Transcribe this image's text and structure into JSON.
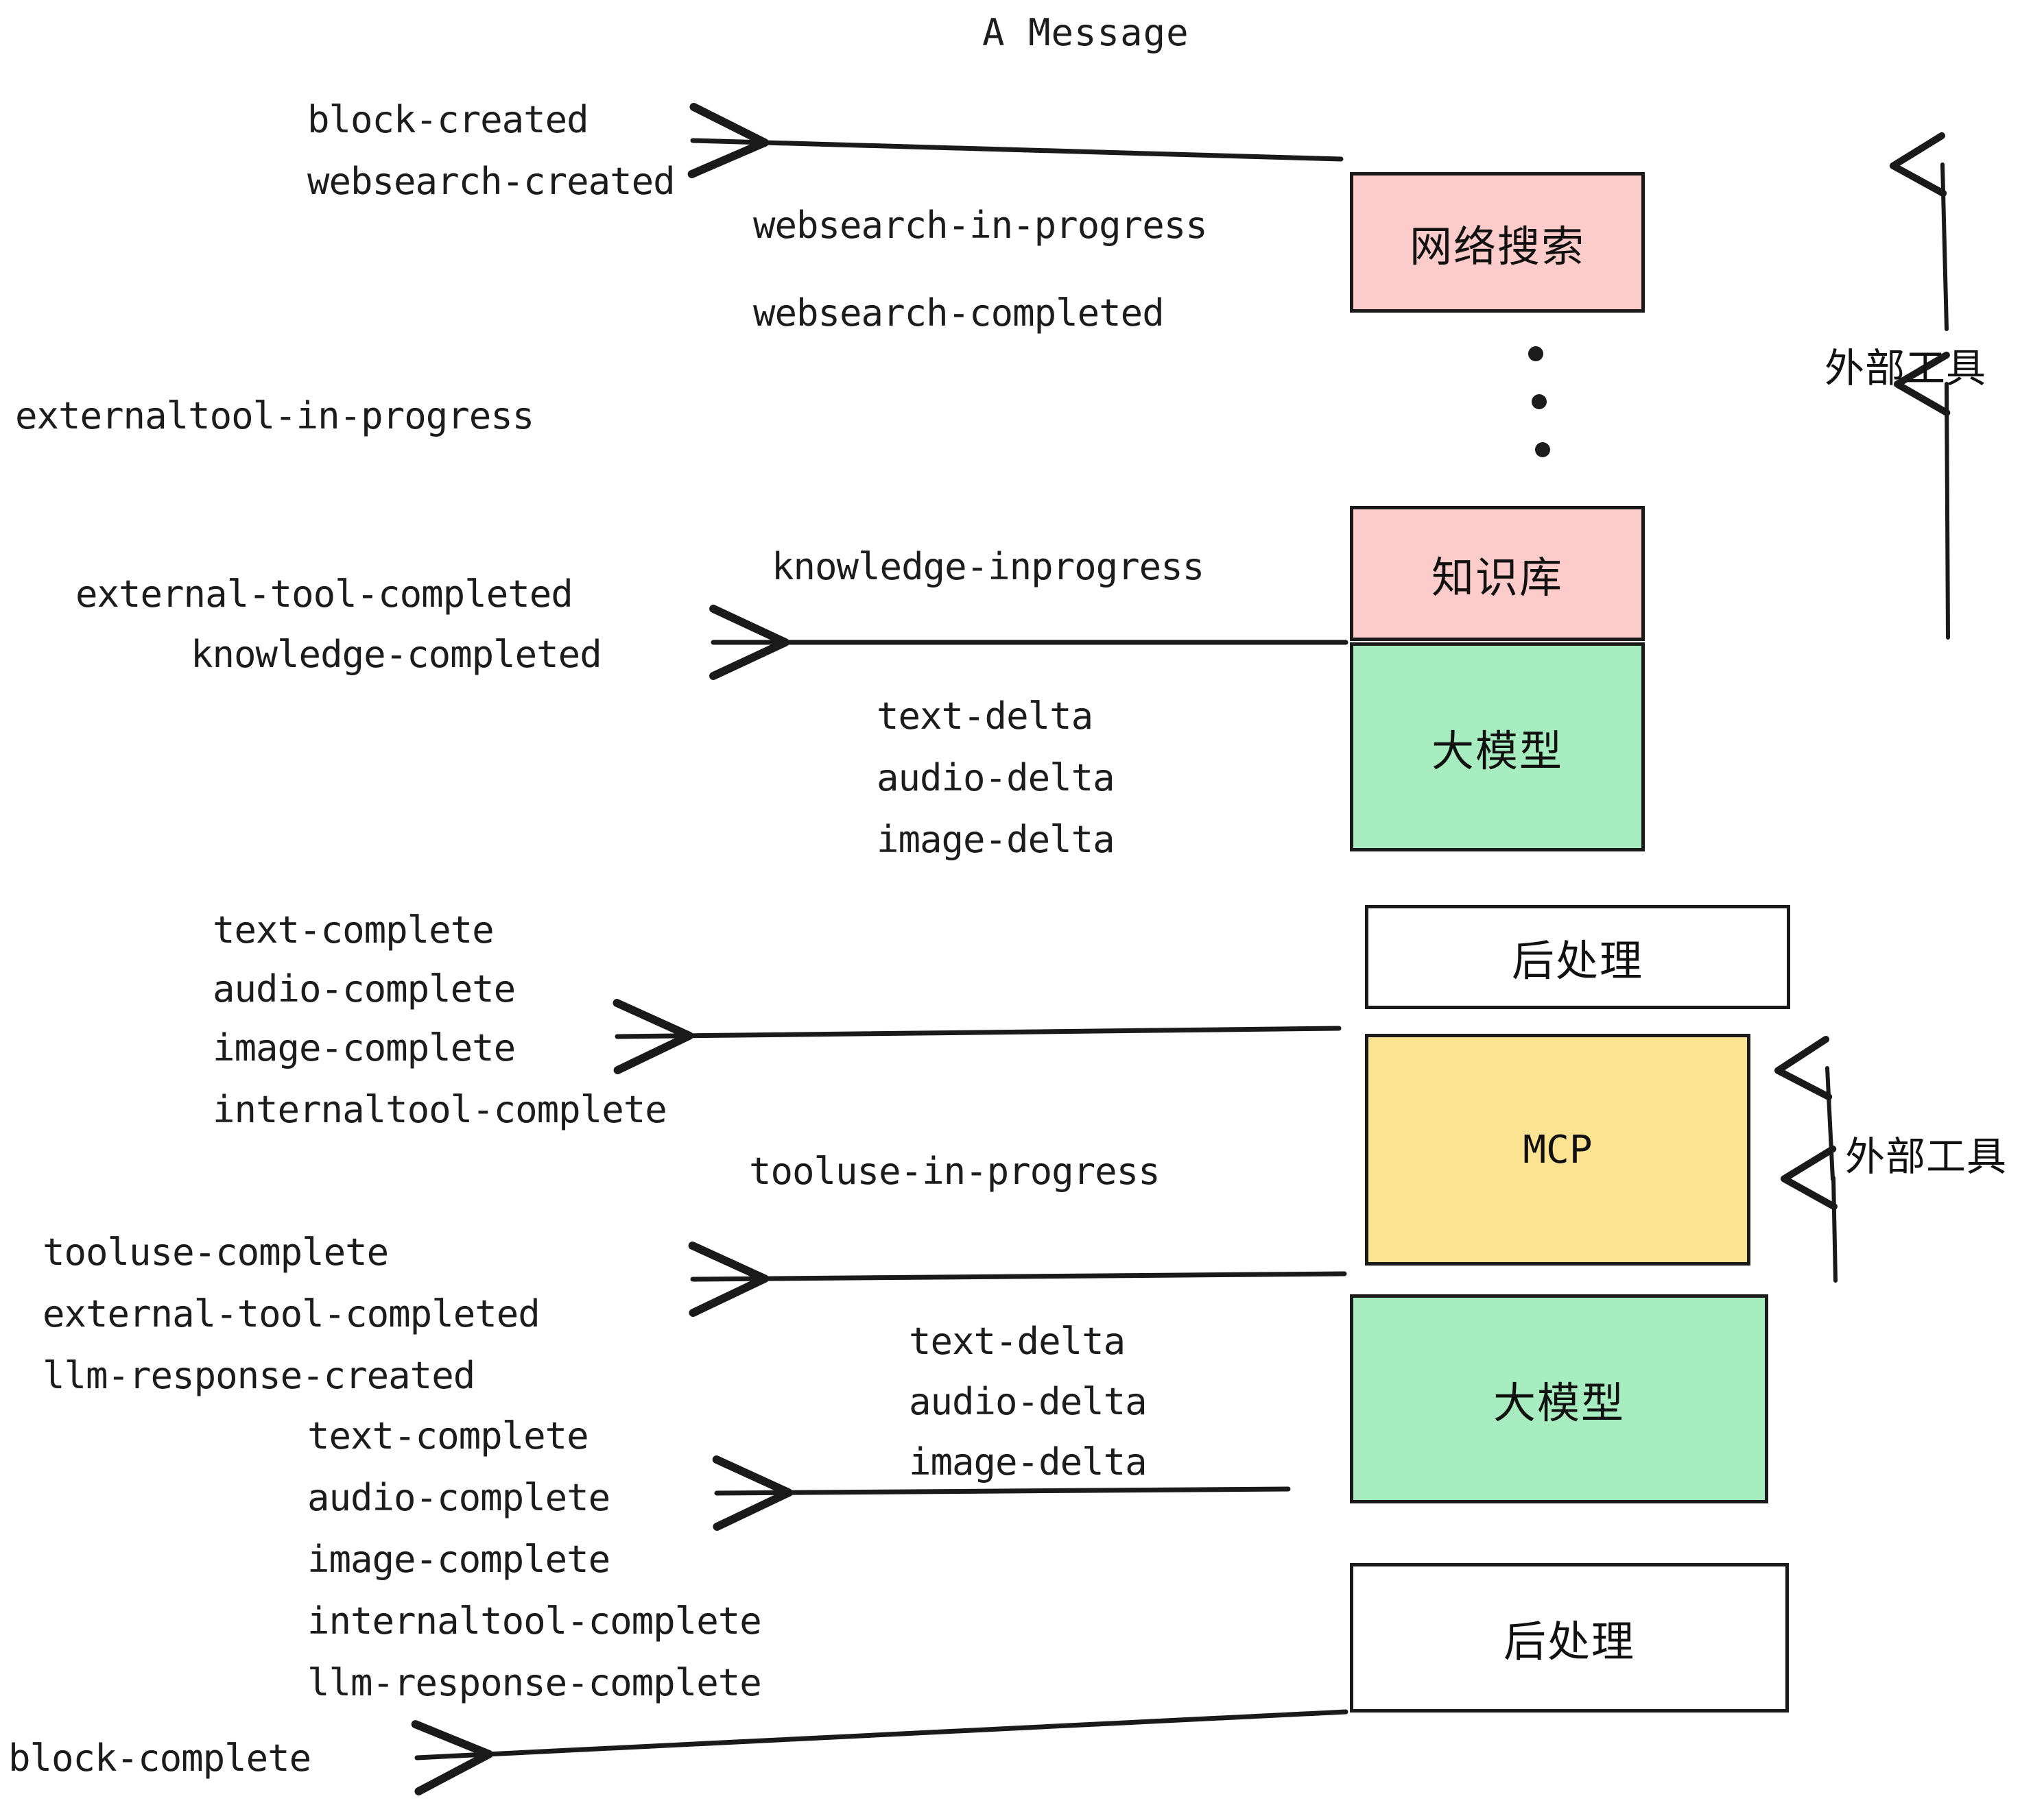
{
  "diagram": {
    "title": "A Message",
    "colors": {
      "pink": "#FCCCCB",
      "green": "#A8EDBF",
      "yellow": "#FBE391",
      "white": "#FFFFFF",
      "stroke": "#1A1A1A",
      "text": "#1C1C1C"
    },
    "boxes": [
      {
        "id": "websearch",
        "label": "网络搜索",
        "fill": "#FCCCCB"
      },
      {
        "id": "knowledge",
        "label": "知识库",
        "fill": "#FCCCCB"
      },
      {
        "id": "llm-1",
        "label": "大模型",
        "fill": "#A8EDBF"
      },
      {
        "id": "postproc-1",
        "label": "后处理",
        "fill": "#FFFFFF"
      },
      {
        "id": "mcp",
        "label": "MCP",
        "fill": "#FBE391"
      },
      {
        "id": "llm-2",
        "label": "大模型",
        "fill": "#A8EDBF"
      },
      {
        "id": "postproc-2",
        "label": "后处理",
        "fill": "#FFFFFF"
      }
    ],
    "side_labels": [
      {
        "id": "external-tools-top",
        "text": "外部工具"
      },
      {
        "id": "external-tools-bottom",
        "text": "外部工具"
      }
    ],
    "events": {
      "block_created": "block-created",
      "websearch_created": "websearch-created",
      "websearch_in_progress": "websearch-in-progress",
      "websearch_completed": "websearch-completed",
      "externaltool_in_progress": "externaltool-in-progress",
      "knowledge_inprogress": "knowledge-inprogress",
      "external_tool_completed_1": "external-tool-completed",
      "knowledge_completed": "knowledge-completed",
      "text_delta_1": "text-delta",
      "audio_delta_1": "audio-delta",
      "image_delta_1": "image-delta",
      "text_complete_1": "text-complete",
      "audio_complete_1": "audio-complete",
      "image_complete_1": "image-complete",
      "internaltool_complete_1": "internaltool-complete",
      "tooluse_in_progress": "tooluse-in-progress",
      "tooluse_complete": "tooluse-complete",
      "external_tool_completed_2": "external-tool-completed",
      "llm_response_created": "llm-response-created",
      "text_delta_2": "text-delta",
      "audio_delta_2": "audio-delta",
      "image_delta_2": "image-delta",
      "text_complete_2": "text-complete",
      "audio_complete_2": "audio-complete",
      "image_complete_2": "image-complete",
      "internaltool_complete_2": "internaltool-complete",
      "llm_response_complete": "llm-response-complete",
      "block_complete": "block-complete"
    },
    "ellipsis": "⋮"
  }
}
